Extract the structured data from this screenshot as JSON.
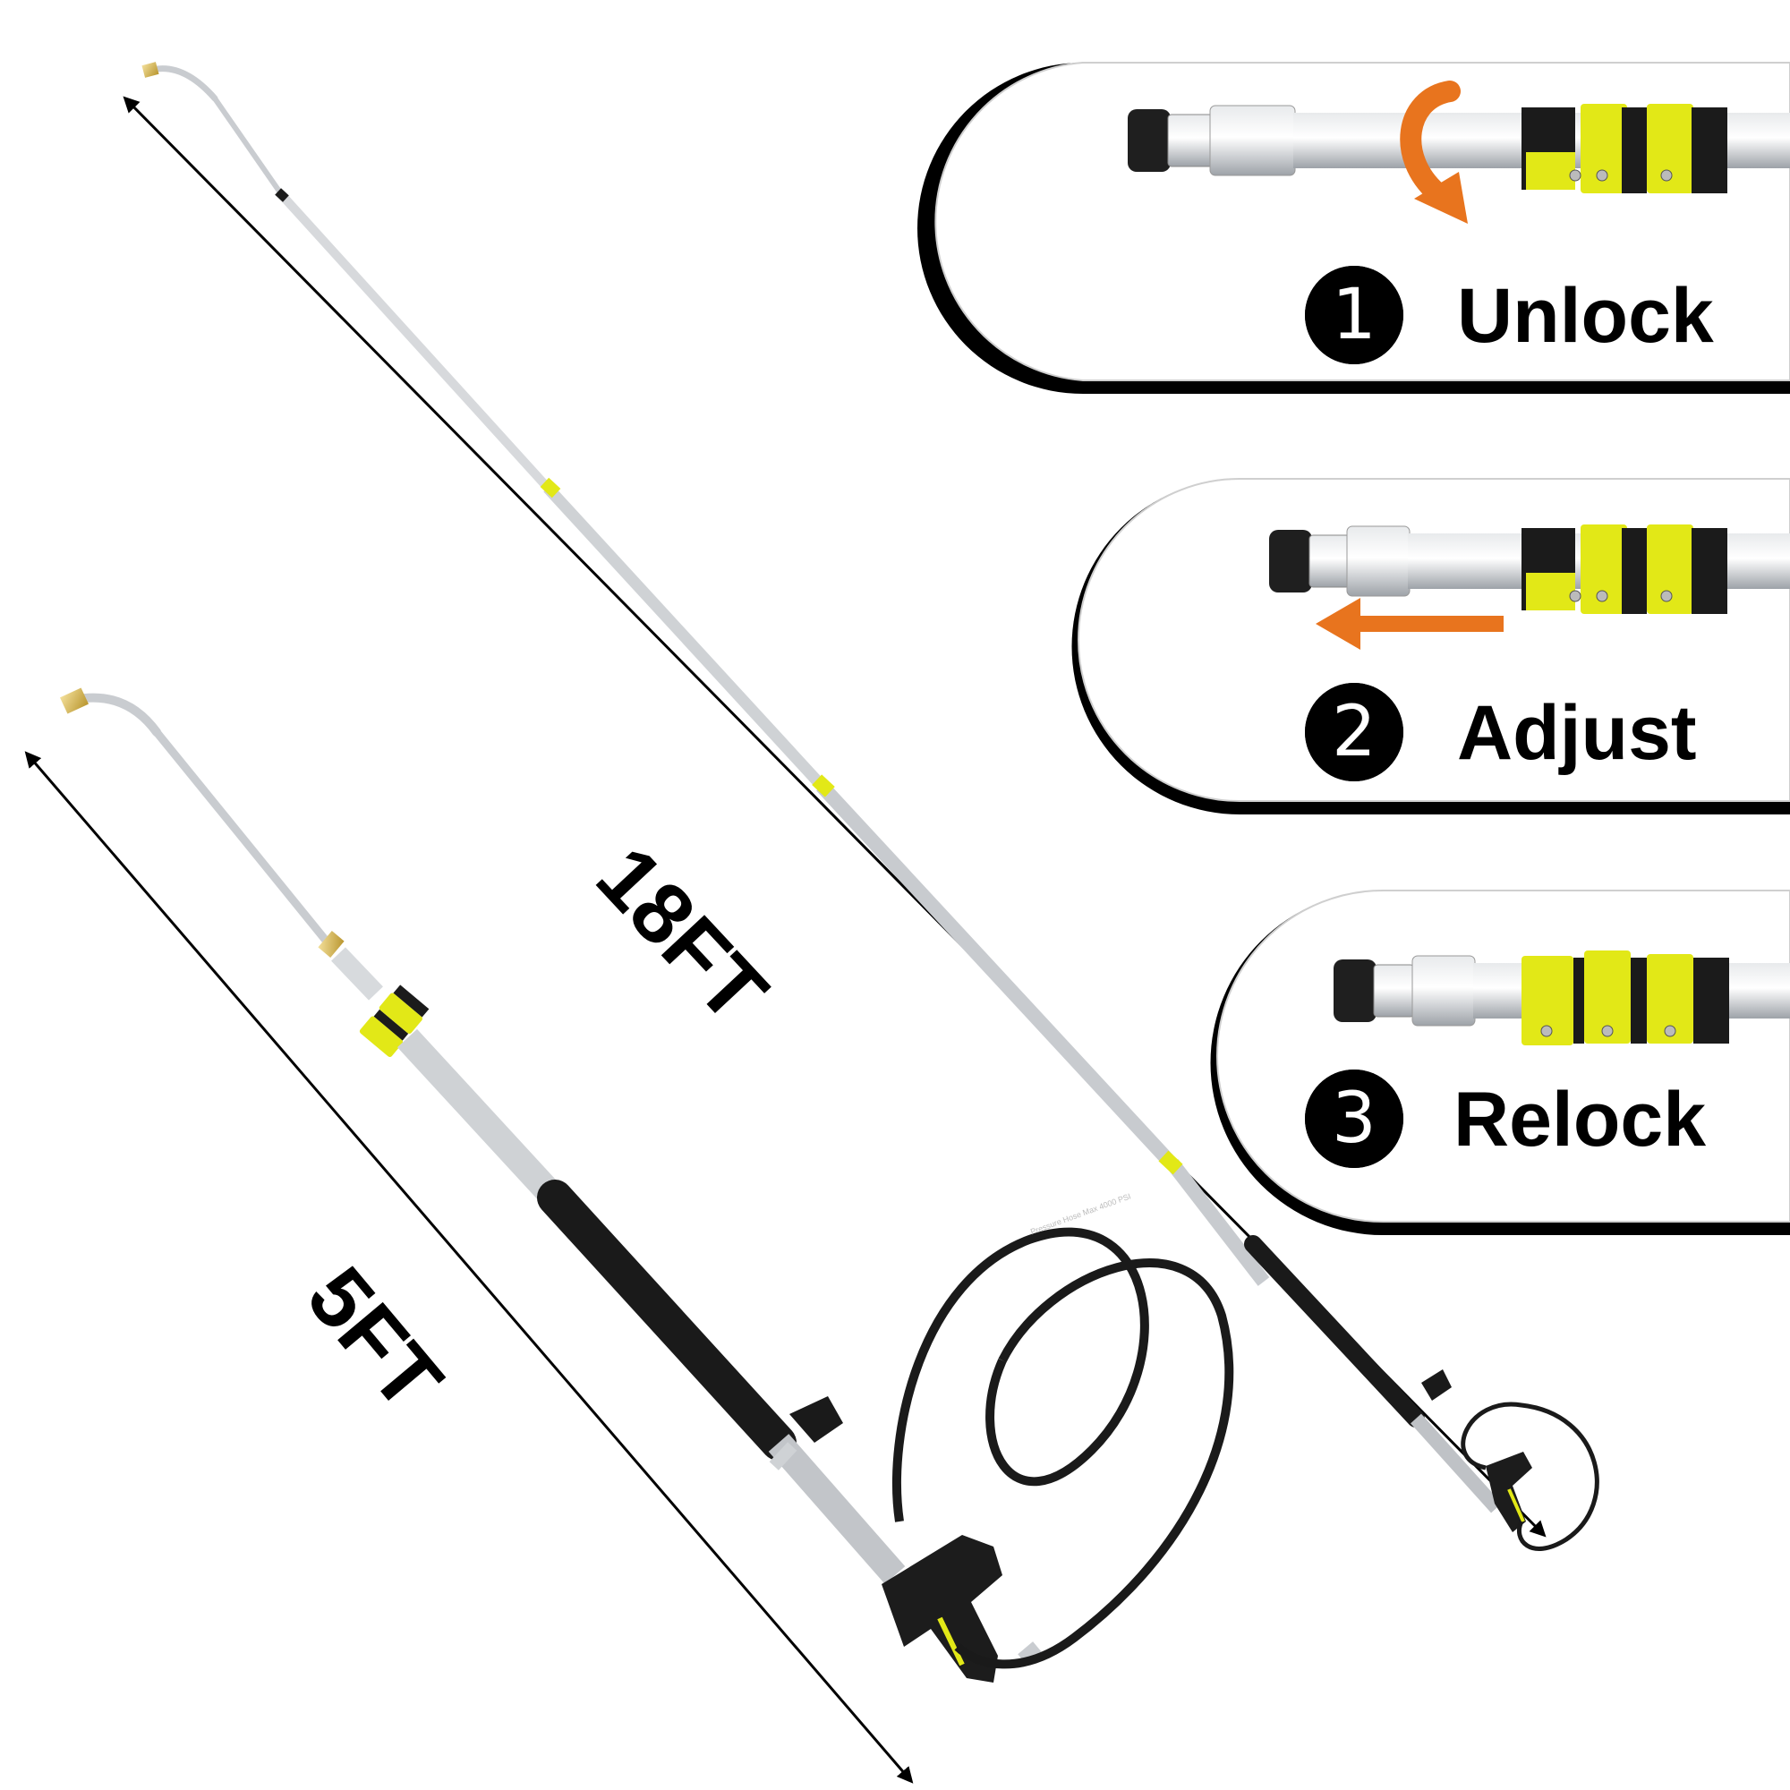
{
  "dimensions": {
    "long_wand": "18FT",
    "short_wand": "5FT"
  },
  "steps": [
    {
      "number": "1",
      "word": "Unlock",
      "arrow_icon": "rotate-arrow-icon"
    },
    {
      "number": "2",
      "word": "Adjust",
      "arrow_icon": "left-arrow-icon"
    },
    {
      "number": "3",
      "word": "Relock",
      "arrow_icon": ""
    }
  ],
  "hose_text": "Pressure Hose Max 4000 PSI",
  "colors": {
    "accent_arrow": "#E8741E",
    "lock_yellow": "#E2E817",
    "grip_black": "#1a1a1a",
    "metal": "#c9ccd0"
  }
}
